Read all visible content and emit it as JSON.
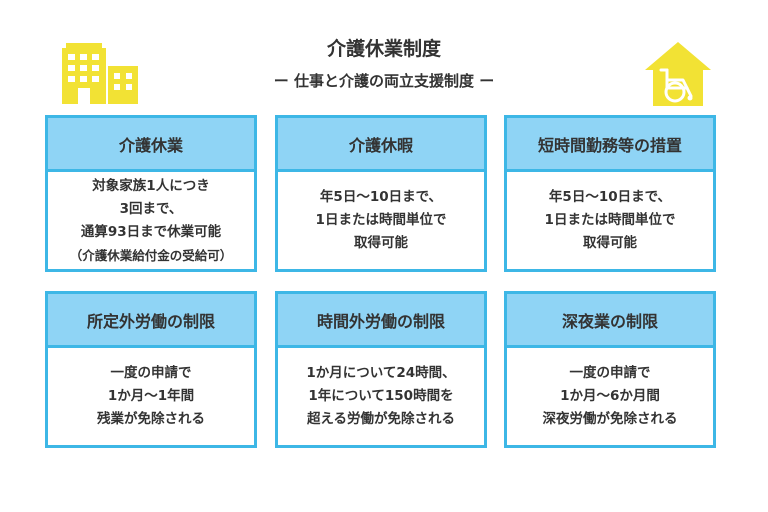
{
  "header": {
    "title": "介護休業制度",
    "subtitle": "ー 仕事と介護の両立支援制度 ー"
  },
  "icons": {
    "left": "office-building-icon",
    "right": "house-wheelchair-icon"
  },
  "colors": {
    "accent_border": "#3db7e6",
    "header_fill": "#8fd4f5",
    "icon_yellow": "#f2e234"
  },
  "cards": [
    {
      "heading": "介護休業",
      "lines": [
        "対象家族1人につき",
        "3回まで、",
        "通算93日まで休業可能",
        "（介護休業給付金の受給可）"
      ]
    },
    {
      "heading": "介護休暇",
      "lines": [
        "年5日〜10日まで、",
        "1日または時間単位で",
        "取得可能"
      ]
    },
    {
      "heading": "短時間勤務等の措置",
      "lines": [
        "年5日〜10日まで、",
        "1日または時間単位で",
        "取得可能"
      ]
    },
    {
      "heading": "所定外労働の制限",
      "lines": [
        "一度の申請で",
        "1か月〜1年間",
        "残業が免除される"
      ]
    },
    {
      "heading": "時間外労働の制限",
      "lines": [
        "1か月について24時間、",
        "1年について150時間を",
        "超える労働が免除される"
      ]
    },
    {
      "heading": "深夜業の制限",
      "lines": [
        "一度の申請で",
        "1か月〜6か月間",
        "深夜労働が免除される"
      ]
    }
  ]
}
